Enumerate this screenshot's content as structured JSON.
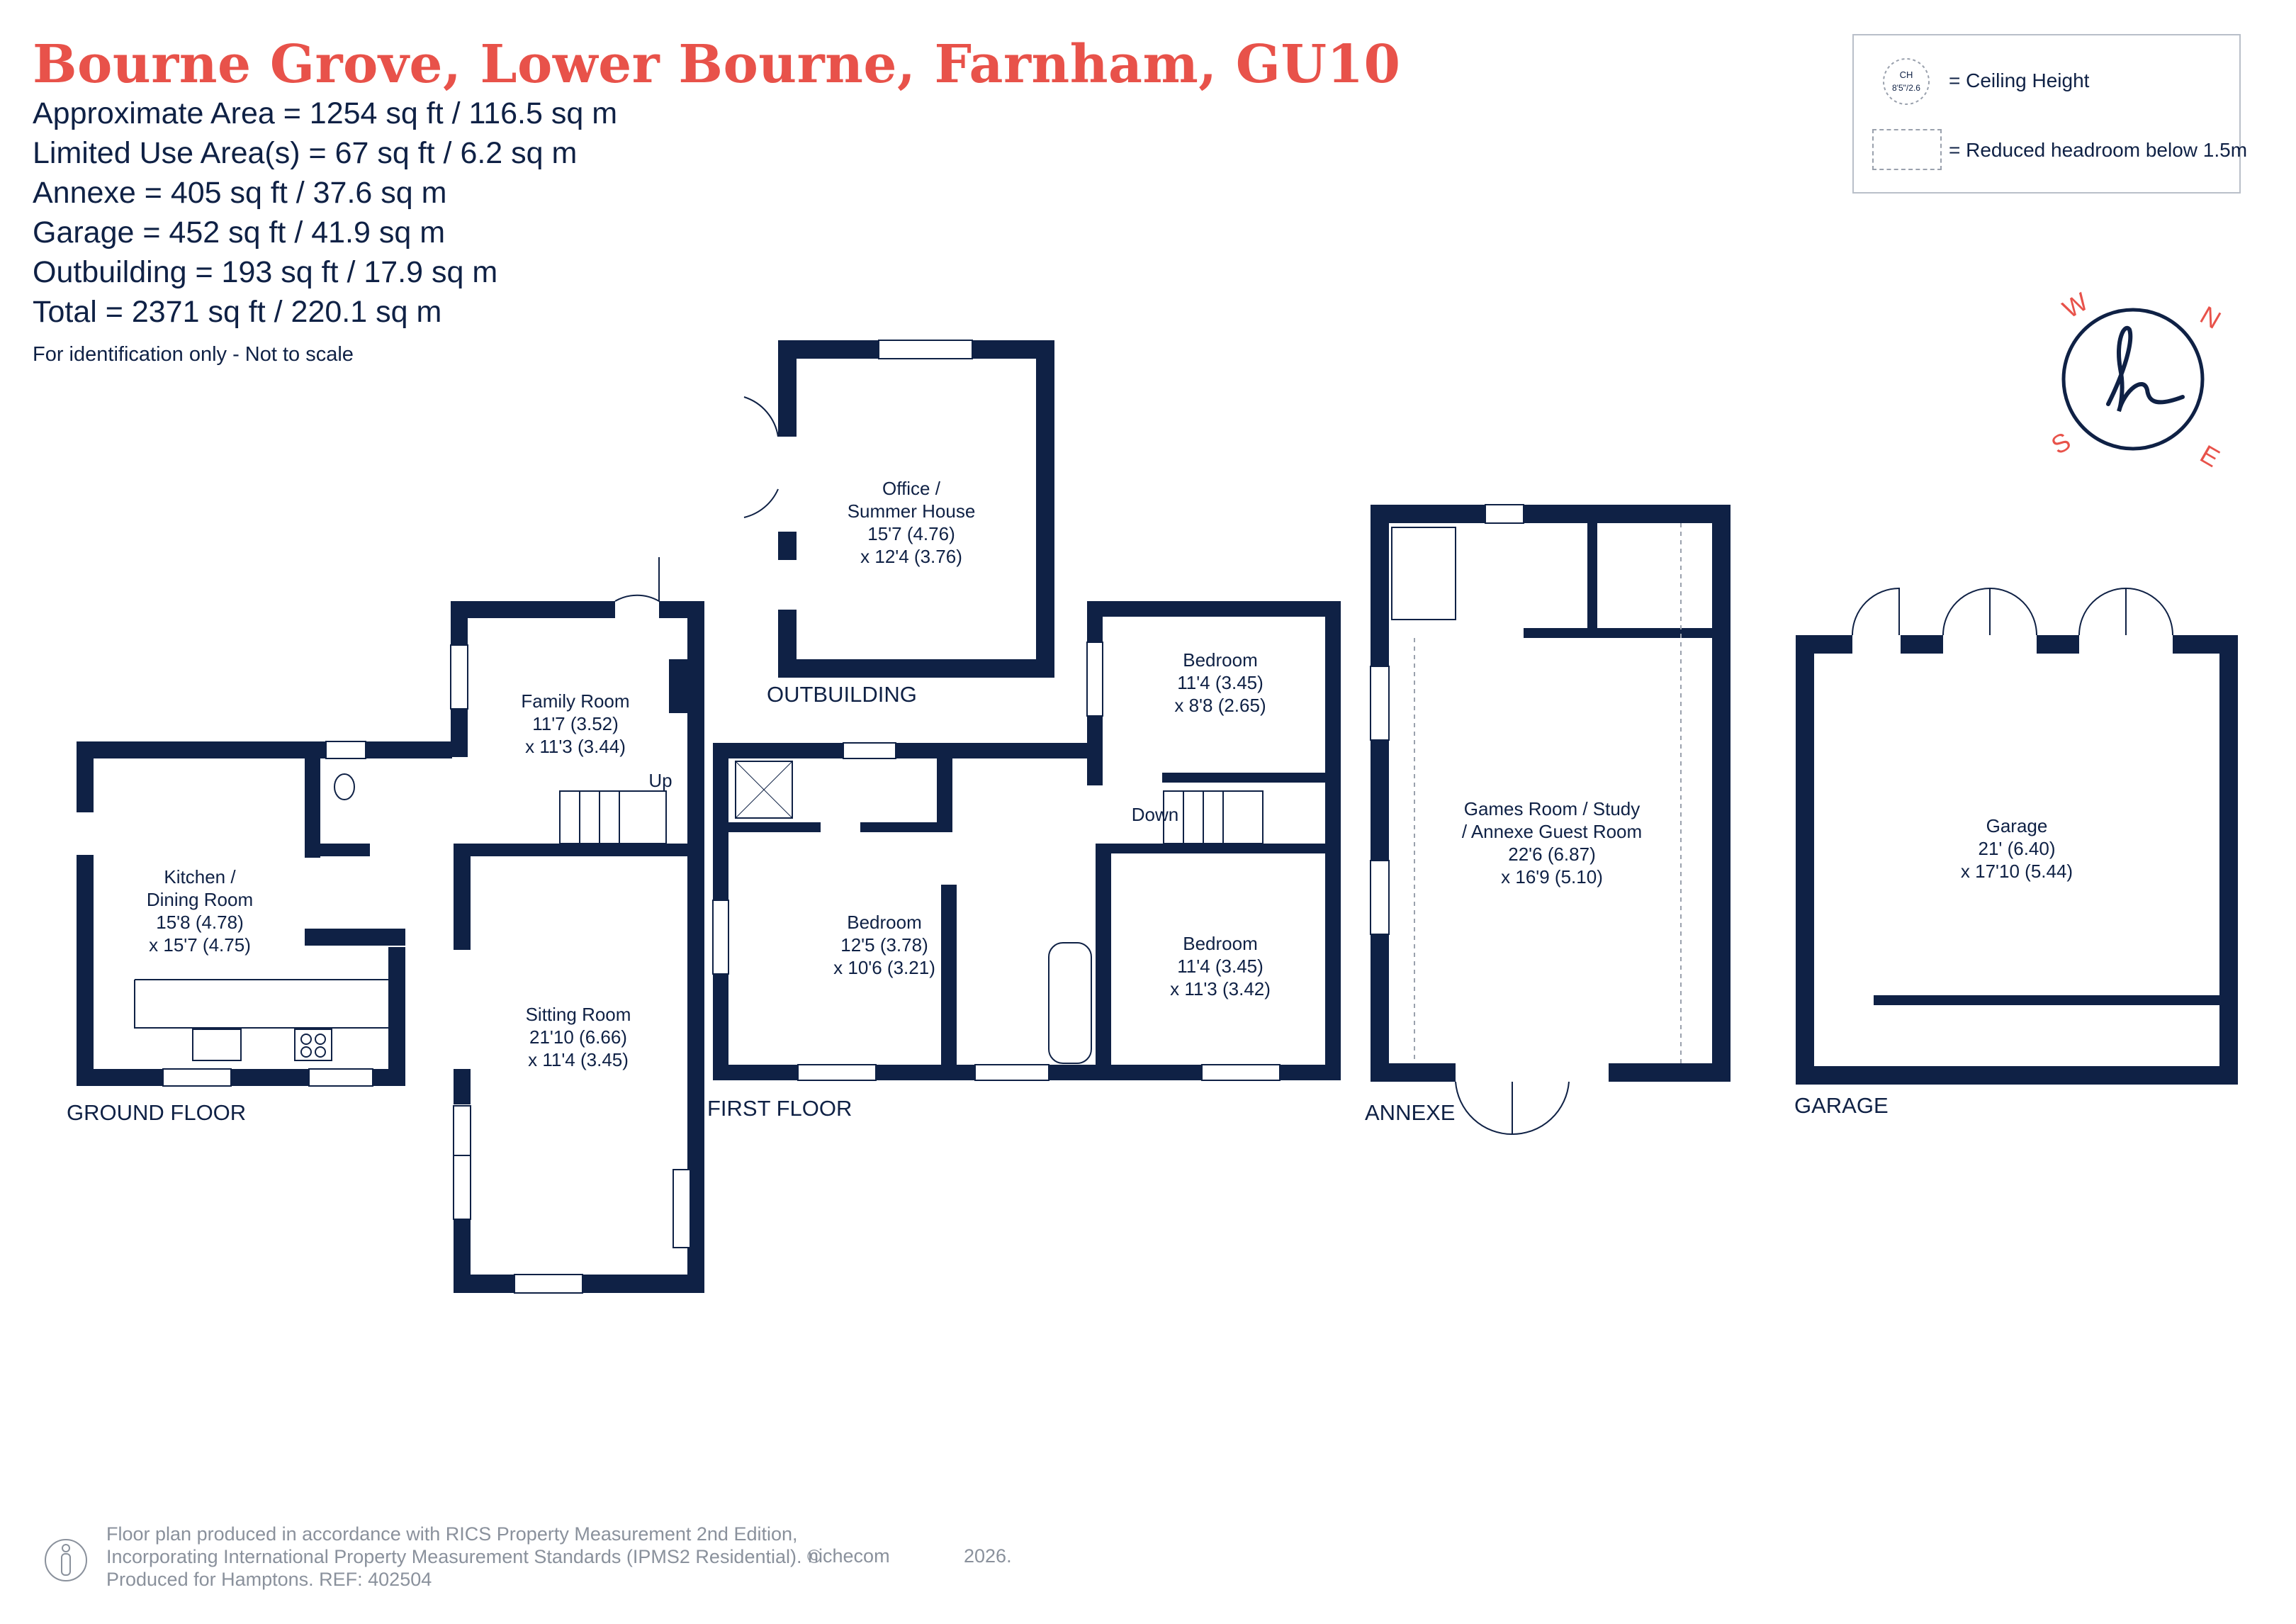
{
  "header": {
    "title": "Bourne Grove, Lower Bourne, Farnham, GU10",
    "areas": [
      "Approximate Area = 1254 sq ft / 116.5 sq m",
      "Limited Use Area(s) = 67 sq ft / 6.2 sq m",
      "Annexe = 405 sq ft / 37.6 sq m",
      "Garage = 452 sq ft / 41.9 sq m",
      "Outbuilding = 193 sq ft / 17.9 sq m",
      "Total = 2371 sq ft / 220.1 sq m"
    ],
    "note": "For identification only - Not to scale"
  },
  "legend": {
    "ch_top": "CH",
    "ch_bottom": "8'5\"/2.6",
    "ceiling_height": "= Ceiling Height",
    "reduced_headroom": "= Reduced headroom below 1.5m"
  },
  "compass": {
    "w": "W",
    "n": "N",
    "s": "S",
    "e": "E"
  },
  "floors": {
    "ground": "GROUND FLOOR",
    "first": "FIRST FLOOR",
    "outbuilding": "OUTBUILDING",
    "annexe": "ANNEXE",
    "garage": "GARAGE"
  },
  "rooms": {
    "office": {
      "name1": "Office /",
      "name2": "Summer House",
      "dim1": "15'7 (4.76)",
      "dim2": "x 12'4 (3.76)"
    },
    "family": {
      "name1": "Family Room",
      "dim1": "11'7 (3.52)",
      "dim2": "x 11'3 (3.44)"
    },
    "kitchen": {
      "name1": "Kitchen /",
      "name2": "Dining Room",
      "dim1": "15'8 (4.78)",
      "dim2": "x 15'7 (4.75)"
    },
    "sitting": {
      "name1": "Sitting Room",
      "dim1": "21'10 (6.66)",
      "dim2": "x 11'4 (3.45)"
    },
    "bedroom_top": {
      "name1": "Bedroom",
      "dim1": "11'4 (3.45)",
      "dim2": "x 8'8 (2.65)"
    },
    "bedroom_left": {
      "name1": "Bedroom",
      "dim1": "12'5 (3.78)",
      "dim2": "x 10'6 (3.21)"
    },
    "bedroom_right": {
      "name1": "Bedroom",
      "dim1": "11'4 (3.45)",
      "dim2": "x 11'3 (3.42)"
    },
    "games": {
      "name1": "Games Room / Study",
      "name2": "/ Annexe Guest Room",
      "dim1": "22'6 (6.87)",
      "dim2": "x 16'9 (5.10)"
    },
    "garage": {
      "name1": "Garage",
      "dim1": "21' (6.40)",
      "dim2": "x 17'10 (5.44)"
    }
  },
  "stairs": {
    "up": "Up",
    "down": "Down"
  },
  "footer": {
    "line1": "Floor plan produced in accordance with RICS Property Measurement 2nd Edition,",
    "line2": "Incorporating International Property Measurement Standards (IPMS2 Residential). ©",
    "line3": "Produced for Hamptons.   REF: 402504",
    "brand": "nichecom",
    "year": "2026."
  },
  "colors": {
    "wall": "#0f2145",
    "accent": "#e8524a"
  }
}
